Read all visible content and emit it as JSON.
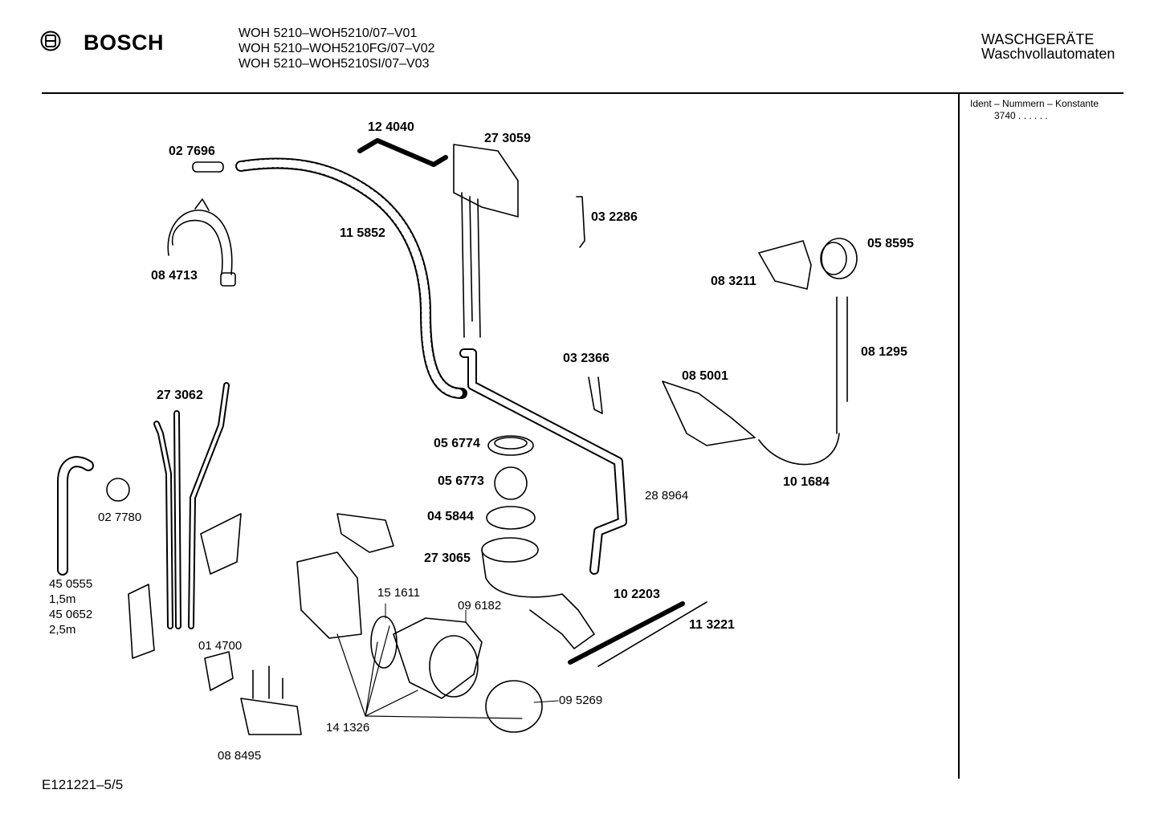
{
  "header": {
    "brand": "BOSCH",
    "models": [
      "WOH 5210–WOH5210/07–V01",
      "WOH 5210–WOH5210FG/07–V02",
      "WOH 5210–WOH5210SI/07–V03"
    ],
    "category_line1": "WASCHGERÄTE",
    "category_line2": "Waschvollautomaten"
  },
  "side": {
    "ident_label": "Ident – Nummern – Konstante",
    "ident_value": "3740  .  .  .  .  .  ."
  },
  "footer": {
    "code": "E121221–5/5"
  },
  "parts": {
    "p124040": "12 4040",
    "p273059": "27 3059",
    "p027696": "02 7696",
    "p032286": "03 2286",
    "p115852": "11 5852",
    "p058595": "05 8595",
    "p084713": "08 4713",
    "p083211": "08 3211",
    "p081295": "08 1295",
    "p032366": "03 2366",
    "p085001": "08 5001",
    "p273062": "27 3062",
    "p056774": "05 6774",
    "p056773": "05 6773",
    "p045844": "04 5844",
    "p288964": "28 8964",
    "p101684": "10 1684",
    "p027780": "02 7780",
    "p273065": "27 3065",
    "p102203": "10 2203",
    "p113221": "11 3221",
    "p450555": "45 0555",
    "p450555_len": "1,5m",
    "p450652": "45 0652",
    "p450652_len": "2,5m",
    "p151611": "15 1611",
    "p096182": "09 6182",
    "p014700": "01 4700",
    "p095269": "09 5269",
    "p141326": "14 1326",
    "p088495": "08 8495"
  }
}
